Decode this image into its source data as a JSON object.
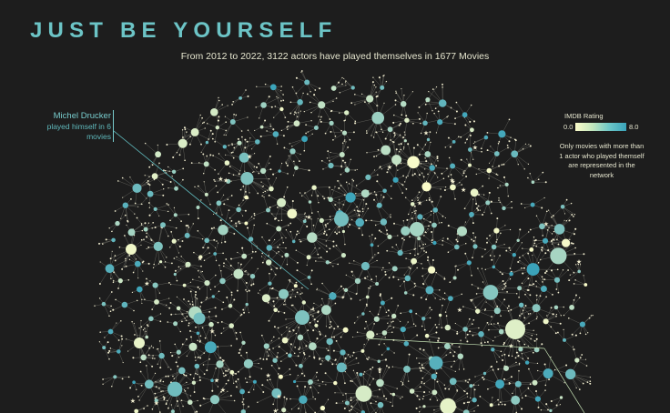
{
  "header": {
    "title": "JUST BE YOURSELF",
    "subtitle": "From 2012 to 2022, 3122 actors have played themselves in 1677 Movies"
  },
  "annotation": {
    "name": "Michel Drucker",
    "text": "played himself in 6 movies"
  },
  "legend": {
    "title": "IMDB Rating",
    "min_label": "0.0",
    "max_label": "8.0",
    "note": "Only movies with more than 1 actor who played themself are represented in the network"
  },
  "colors": {
    "background": "#1d1d1d",
    "title": "#6cc4c6",
    "low_rating": "#fbfcc9",
    "high_rating": "#3aa3ba",
    "actor_star": "#f2eed0",
    "link": "#7a7a72"
  }
}
